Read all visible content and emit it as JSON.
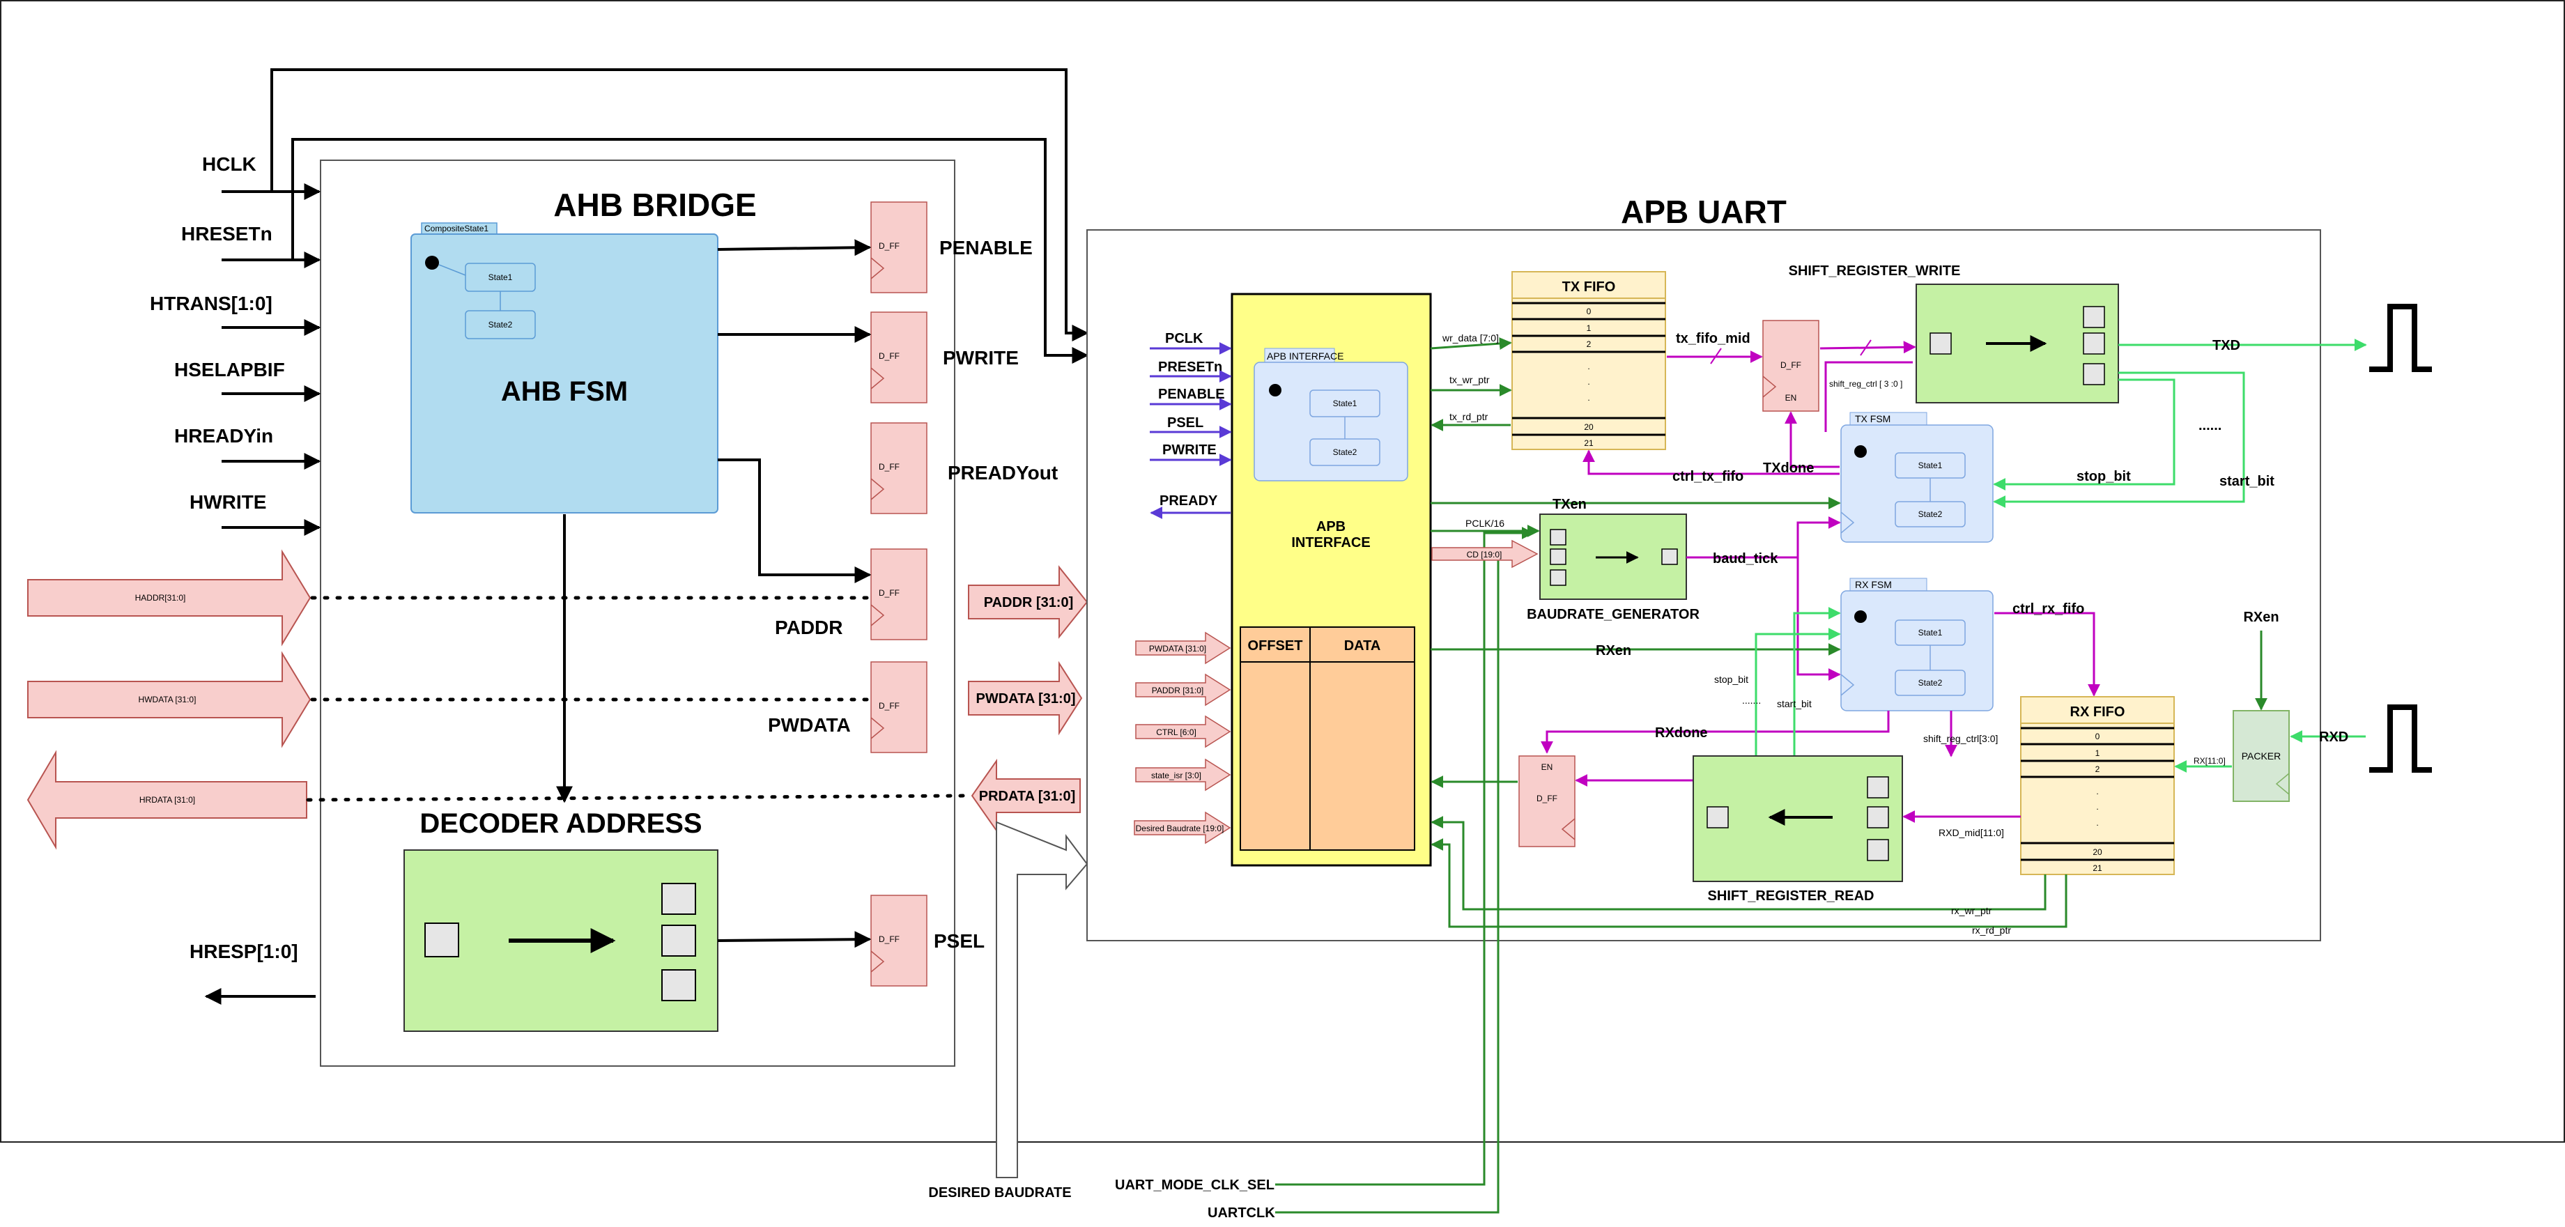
{
  "titles": {
    "ahb_bridge": "AHB BRIDGE",
    "apb_uart": "APB UART",
    "ahb_fsm": "AHB FSM",
    "decoder_address": "DECODER ADDRESS",
    "apb_interface": "APB INTERFACE",
    "apb_interface_line1": "APB",
    "apb_interface_line2": "INTERFACE",
    "tx_fifo": "TX FIFO",
    "rx_fifo": "RX FIFO",
    "shift_register_write": "SHIFT_REGISTER_WRITE",
    "shift_register_read": "SHIFT_REGISTER_READ",
    "baudrate_generator": "BAUDRATE_GENERATOR",
    "tx_fsm": "TX FSM",
    "rx_fsm": "RX FSM",
    "packer": "PACKER",
    "composite_state": "CompositeState1",
    "offset": "OFFSET",
    "data": "DATA"
  },
  "states": {
    "state1": "State1",
    "state2": "State2"
  },
  "dff": {
    "label": "D_FF",
    "en": "EN"
  },
  "ahb_inputs": [
    "HCLK",
    "HRESETn",
    "HTRANS[1:0]",
    "HSELAPBIF",
    "HREADYin",
    "HWRITE"
  ],
  "ahb_outputs": {
    "hresp": "HRESP[1:0]",
    "penable": "PENABLE",
    "pwrite": "PWRITE",
    "preadyout": "PREADYout",
    "paddr": "PADDR",
    "pwdata": "PWDATA",
    "psel": "PSEL"
  },
  "big_arrows": {
    "haddr": "HADDR[31:0]",
    "hwdata": "HWDATA [31:0]",
    "hrdata": "HRDATA [31:0]",
    "paddr": "PADDR [31:0]",
    "pwdata": "PWDATA [31:0]",
    "prdata": "PRDATA [31:0]"
  },
  "apb_signals": [
    "PCLK",
    "PRESETn",
    "PENABLE",
    "PSEL",
    "PWRITE"
  ],
  "pready": "PREADY",
  "small_arrows": [
    "PWDATA [31:0]",
    "PADDR [31:0]",
    "CTRL [6:0]",
    "state_isr [3:0]",
    "Desired Baudrate [19:0]"
  ],
  "cd_arrow": "CD [19:0]",
  "fifo_rows": {
    "r0": "0",
    "r1": "1",
    "r2": "2",
    "dots": ".",
    "r20": "20",
    "r21": "21"
  },
  "signals": {
    "wr_data": "wr_data [7:0]",
    "tx_wr_ptr": "tx_wr_ptr",
    "tx_rd_ptr": "tx_rd_ptr",
    "tx_fifo_mid": "tx_fifo_mid",
    "shift_reg_ctrl_tx": "shift_reg_ctrl [ 3 :0 ]",
    "txd": "TXD",
    "dots": "......",
    "stop_bit": "stop_bit",
    "start_bit": "start_bit",
    "ctrl_tx_fifo": "ctrl_tx_fifo",
    "txdone": "TXdone",
    "txen": "TXen",
    "pclk16": "PCLK/16",
    "baud_tick": "baud_tick",
    "rxen": "RXen",
    "ctrl_rx_fifo": "ctrl_rx_fifo",
    "rxdone": "RXdone",
    "rx_stop_bit": "stop_bit",
    "rx_dots": ".......",
    "rx_start_bit": "start_bit",
    "shift_reg_ctrl_rx": "shift_reg_ctrl[3:0]",
    "rxd_mid": "RXD_mid[11:0]",
    "rx11": "RX[11:0]",
    "rxen_right": "RXen",
    "rxd": "RXD",
    "rx_wr_ptr": "rx_wr_ptr",
    "rx_rd_ptr": "rx_rd_ptr",
    "desired_baudrate": "DESIRED BAUDRATE",
    "uart_mode_clk_sel": "UART_MODE_CLK_SEL",
    "uartclk": "UARTCLK"
  },
  "colors": {
    "blue_fill": "#b1dcf0",
    "blue_stroke": "#5b9bd5",
    "green_fill": "#c5f1a4",
    "pink_fill": "#f8cecc",
    "pink_stroke": "#b85450",
    "yellow_fill": "#ffff88",
    "orange_fill": "#ffcc99",
    "cream_fill": "#fff2cc",
    "light_blue_fsm": "#dae8fc",
    "purple": "#5a3ad6",
    "magenta": "#c000c0",
    "green": "#2a8a2a",
    "bright_green": "#3ddc6a"
  }
}
